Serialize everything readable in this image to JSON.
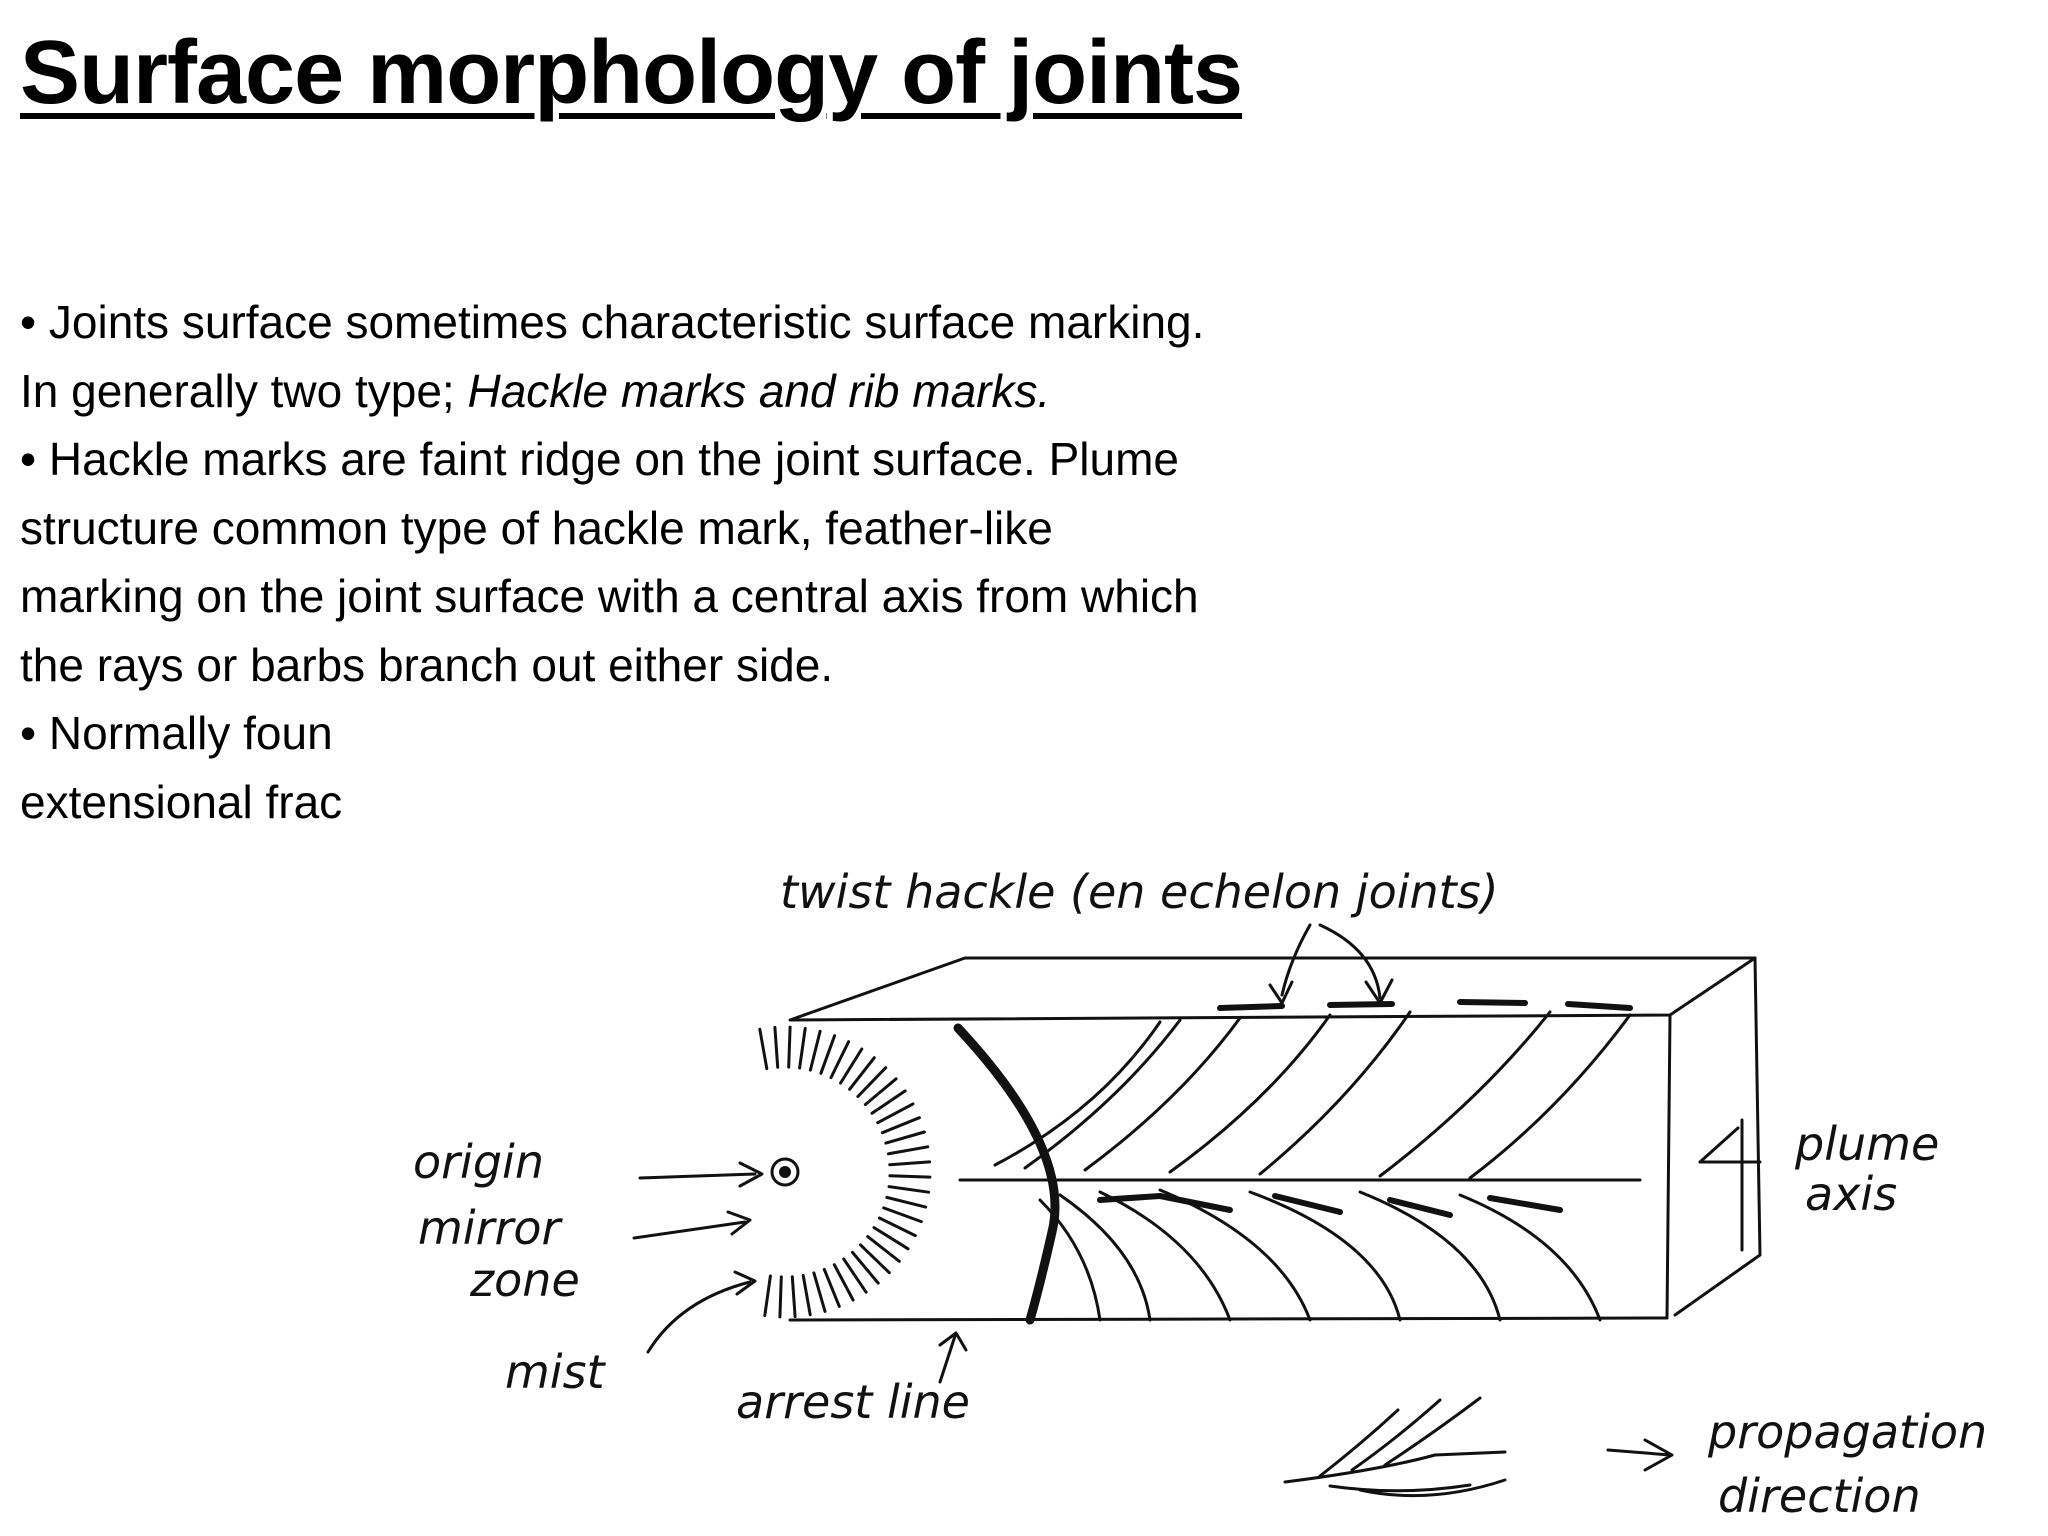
{
  "slide": {
    "title": "Surface morphology of joints",
    "bullets": [
      {
        "prefix": "• ",
        "text": "Joints surface sometimes characteristic surface marking. In generally two type; ",
        "emphasis": "Hackle marks and rib marks."
      },
      {
        "prefix": "• ",
        "text": "Hackle marks are faint ridge on the joint surface. Plume structure common type of hackle mark, feather-like marking on the joint surface with a central axis from which the rays or barbs branch out either side."
      },
      {
        "prefix": "• ",
        "line1": "Normally foun",
        "line2": "extensional frac"
      }
    ]
  },
  "diagram": {
    "labels": {
      "twist_hackle": "twist hackle (en echelon joints)",
      "origin": "origin",
      "mirror": "mirror",
      "zone": "zone",
      "mist": "mist",
      "arrest_line": "arrest line",
      "plume": "plume",
      "axis": "axis",
      "propagation": "propagation",
      "direction": "direction"
    }
  }
}
